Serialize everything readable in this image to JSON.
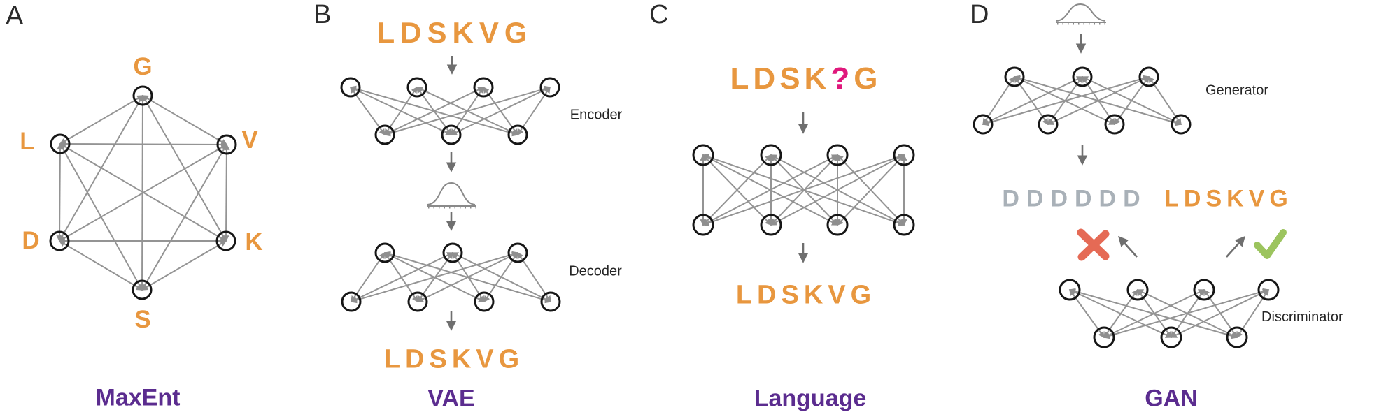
{
  "figure": {
    "panels": [
      {
        "panel_letter": "A",
        "method_label": "MaxEnt",
        "node_letters": [
          "G",
          "L",
          "V",
          "D",
          "K",
          "S"
        ]
      },
      {
        "panel_letter": "B",
        "input_sequence": "LDSKVG",
        "encoder_label": "Encoder",
        "latent_icon": "gaussian-curve",
        "decoder_label": "Decoder",
        "output_sequence": "LDSKVG",
        "method_label": "VAE"
      },
      {
        "panel_letter": "C",
        "input_prefix": "LDSK",
        "input_unknown": "?",
        "input_suffix": "G",
        "output_sequence": "LDSKVG",
        "method_label": "Language"
      },
      {
        "panel_letter": "D",
        "noise_icon": "gaussian-curve",
        "generator_label": "Generator",
        "fake_sequence": "DDDDDD",
        "real_sequence": "LDSKVG",
        "reject_icon": "x-mark",
        "accept_icon": "check-mark",
        "discriminator_label": "Discriminator",
        "method_label": "GAN"
      }
    ],
    "colors": {
      "sequence_orange": "#E8973F",
      "unknown_pink": "#E0187C",
      "fake_gray": "#A9B1B8",
      "method_purple": "#5B2C8F",
      "cross_red": "#E56A55",
      "check_green": "#9CC45E",
      "edge_gray": "#949494",
      "arrow_gray": "#6F6F6F",
      "node_black": "#161616"
    }
  }
}
